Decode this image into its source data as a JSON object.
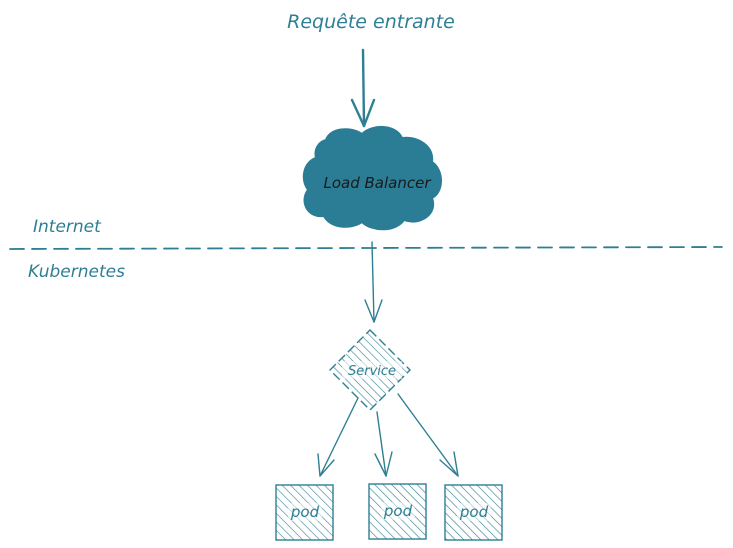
{
  "labels": {
    "incoming_request": "Requête entrante",
    "load_balancer": "Load Balancer",
    "zone_internet": "Internet",
    "zone_kubernetes": "Kubernetes",
    "service": "Service"
  },
  "pods": [
    {
      "label": "pod"
    },
    {
      "label": "pod"
    },
    {
      "label": "pod"
    }
  ],
  "colors": {
    "accent": "#2e7f93",
    "cloud_fill": "#2a7d95",
    "text_dark": "#1a1a1a"
  }
}
